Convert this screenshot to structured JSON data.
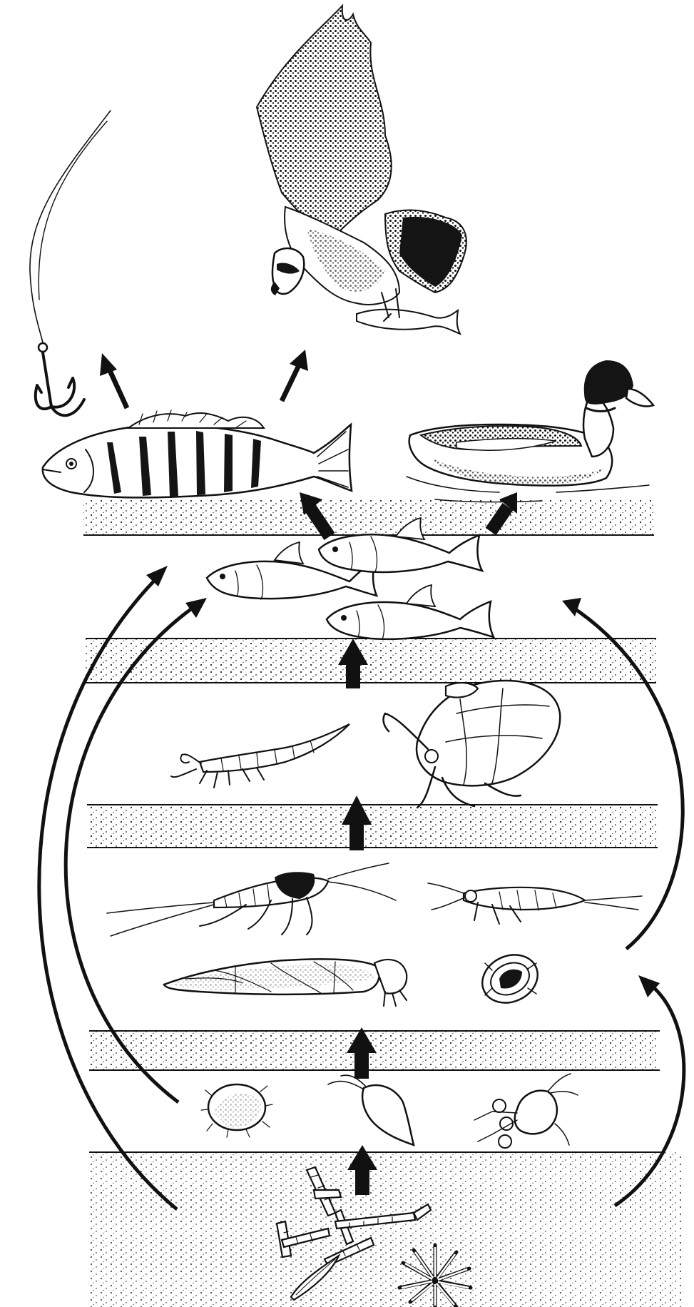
{
  "diagram": {
    "type": "aquatic-food-web",
    "text_labels": [],
    "ink_color": "#111111",
    "background_color": "#ffffff",
    "levels": [
      {
        "name": "producers",
        "organisms": [
          "filamentous-algae",
          "diatom",
          "star-diatom"
        ]
      },
      {
        "name": "zooplankton",
        "organisms": [
          "rotifer-round",
          "flagellate",
          "copepod"
        ]
      },
      {
        "name": "benthic-invertebrates",
        "organisms": [
          "caddisfly-larva",
          "water-penny",
          "stonefly-nymph",
          "mayfly-nymph"
        ]
      },
      {
        "name": "predatory-invertebrates",
        "organisms": [
          "shrimp-larva",
          "giant-water-bug"
        ]
      },
      {
        "name": "forage-fish",
        "organisms": [
          "minnow",
          "minnow",
          "minnow"
        ]
      },
      {
        "name": "top-consumers",
        "organisms": [
          "perch",
          "mallard-duck"
        ]
      },
      {
        "name": "apex",
        "organisms": [
          "osprey",
          "fish-hook-angler"
        ]
      }
    ]
  }
}
